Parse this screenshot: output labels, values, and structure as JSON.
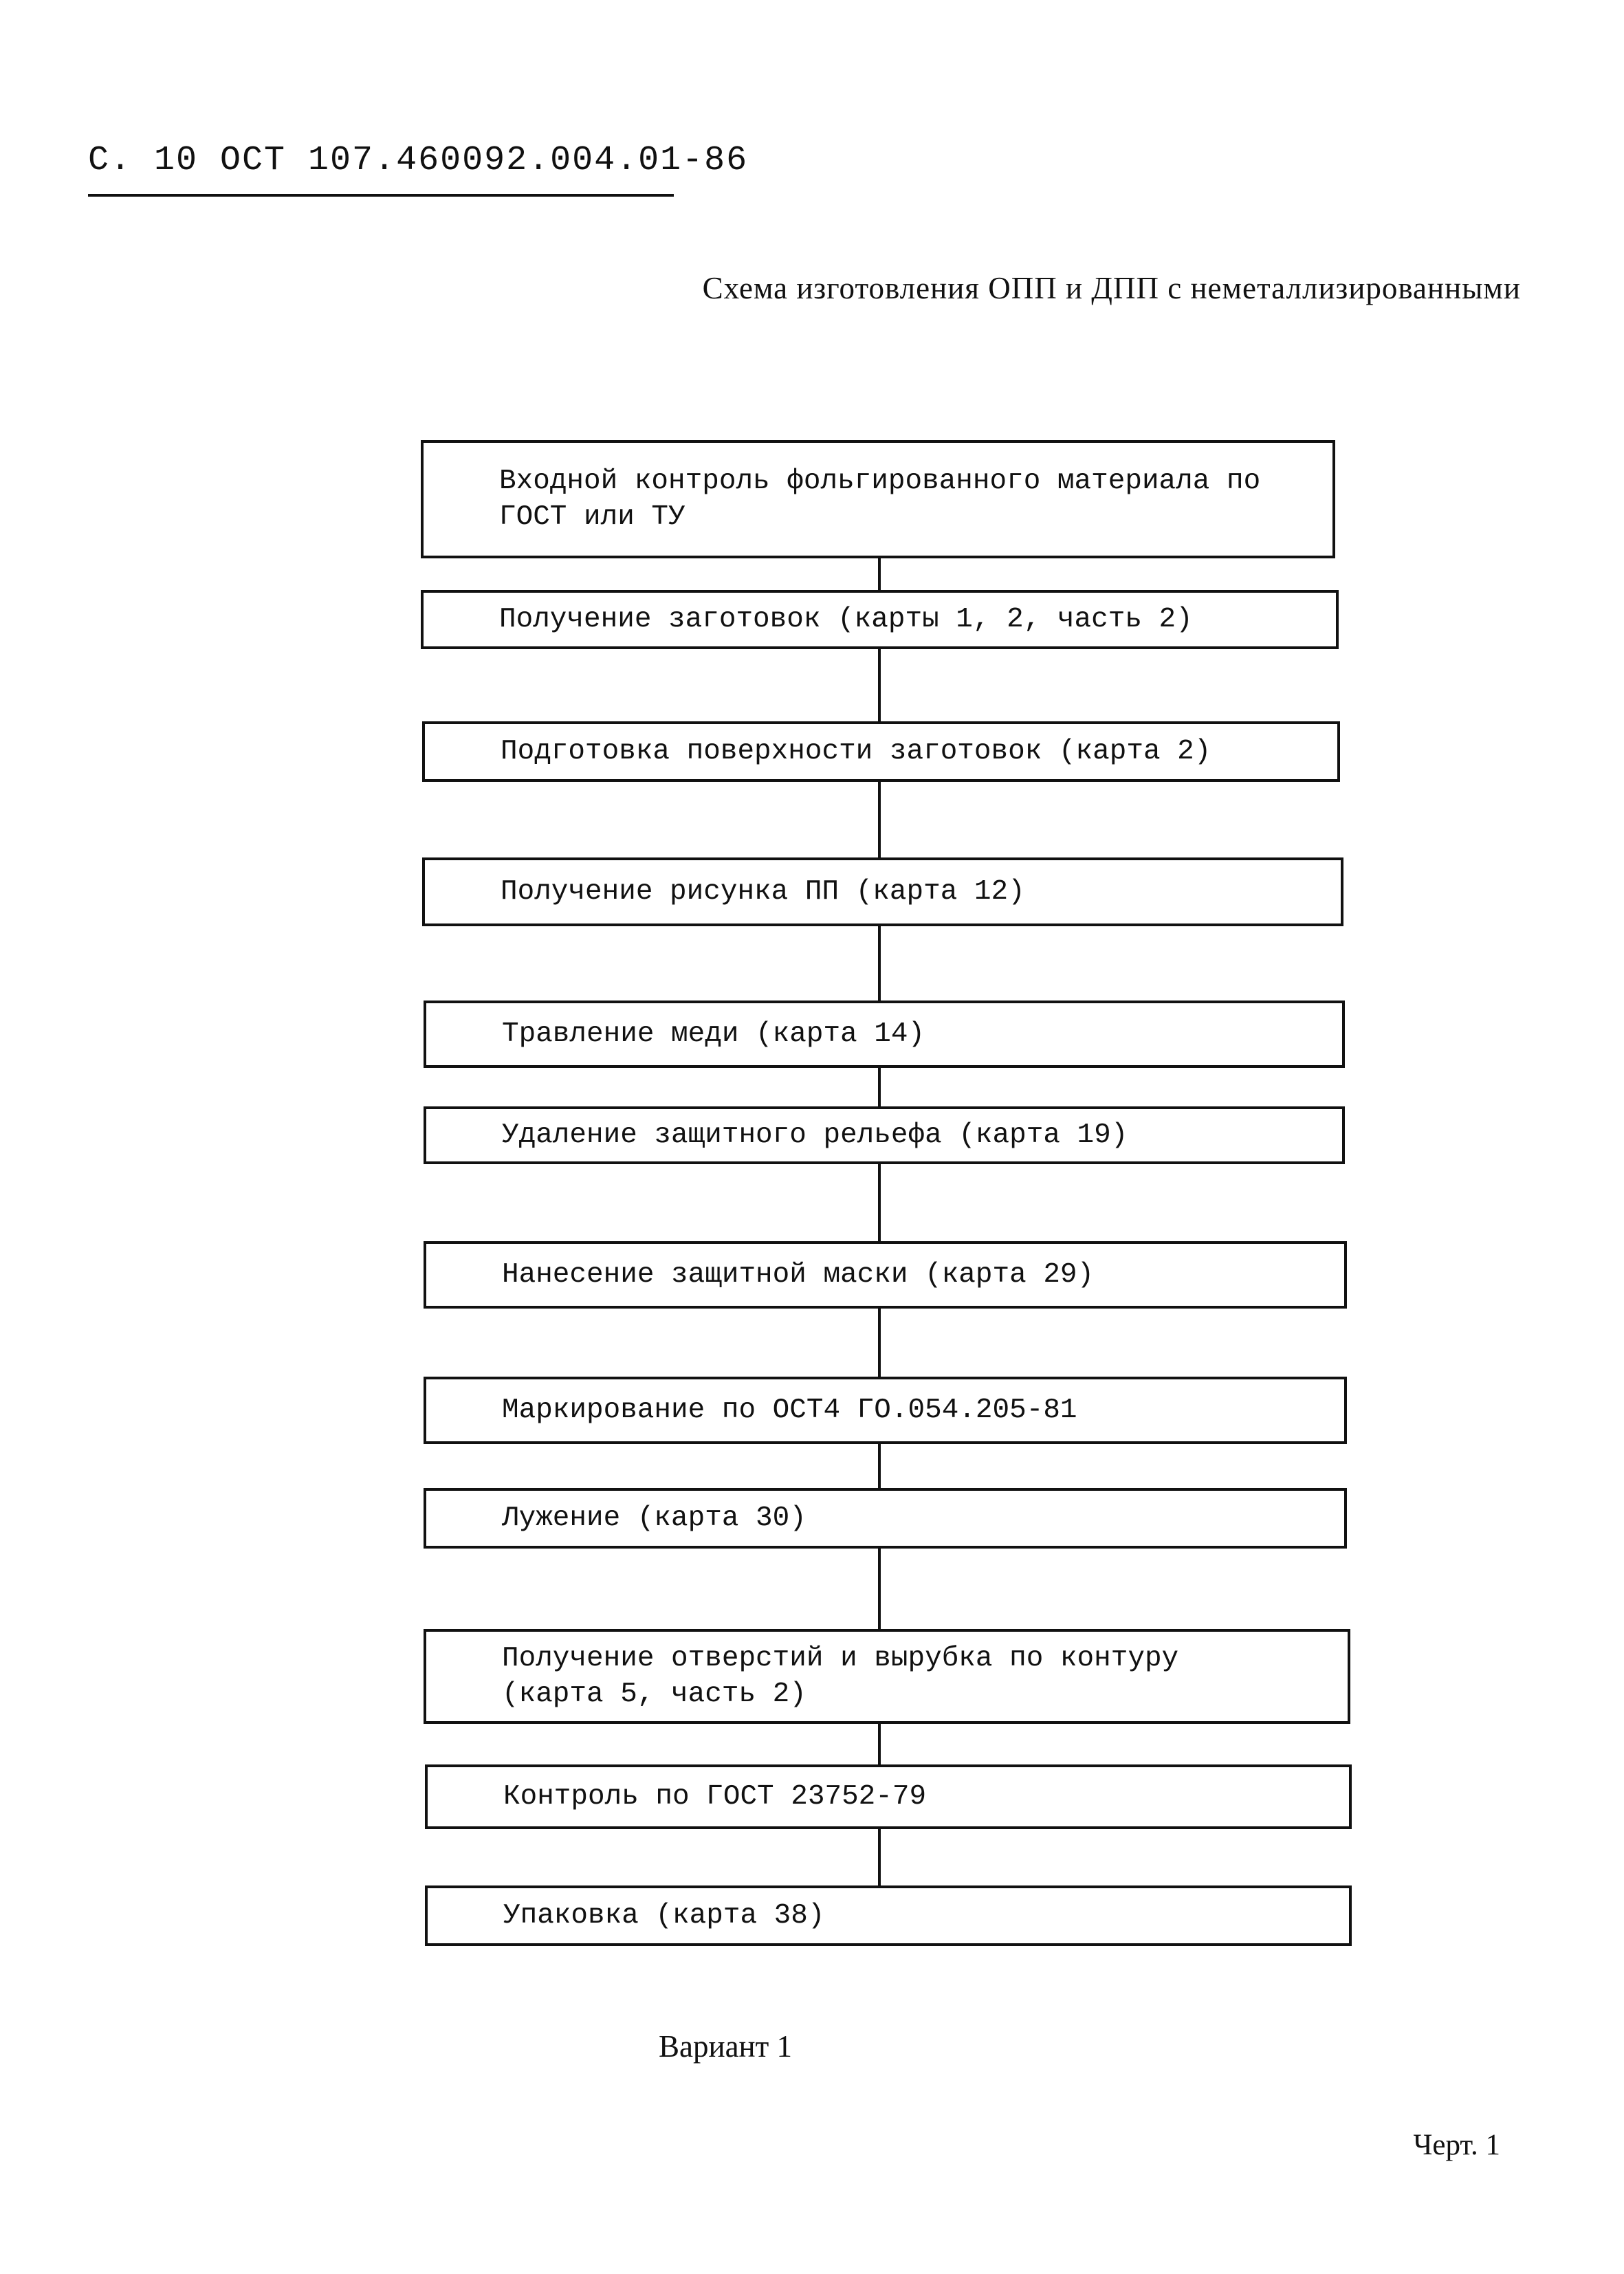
{
  "header": {
    "page_ref": "С. 10 ОСТ 107.460092.004.01-86"
  },
  "title": "Схема изготовления ОПП и ДПП с неметаллизированными",
  "flow_steps": [
    "Входной контроль фольгированного материала по\nГОСТ или ТУ",
    "Получение заготовок (карты 1, 2, часть 2)",
    "Подготовка поверхности заготовок (карта 2)",
    "Получение рисунка ПП (карта 12)",
    "Травление меди (карта 14)",
    "Удаление защитного рельефа (карта 19)",
    "Нанесение защитной маски (карта 29)",
    "Маркирование по ОСТ4 ГО.054.205-81",
    "Лужение (карта 30)",
    "Получение отверстий и вырубка по контуру\n(карта 5, часть 2)",
    "Контроль по ГОСТ 23752-79",
    "Упаковка (карта 38)"
  ],
  "variant": "Вариант 1",
  "figure": "Черт. 1"
}
